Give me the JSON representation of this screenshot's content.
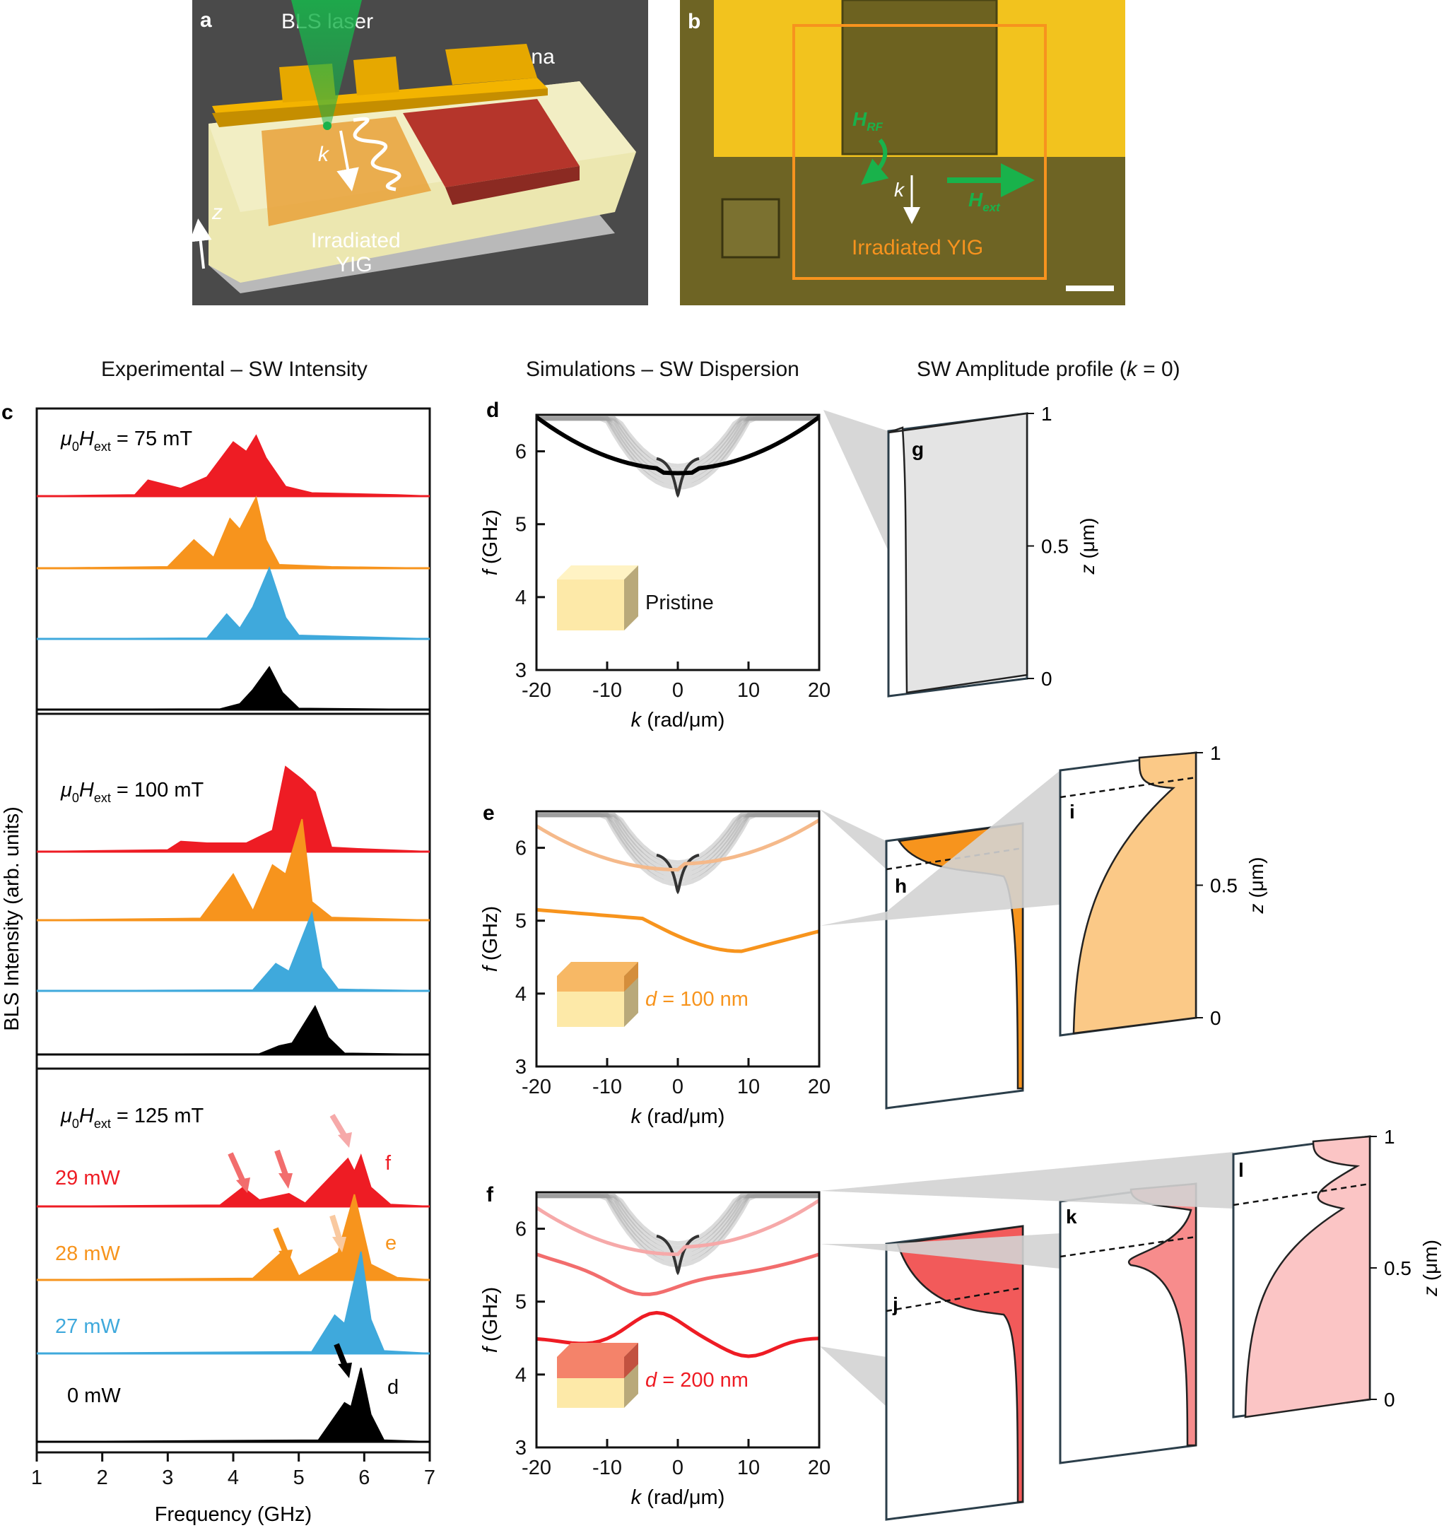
{
  "panel_a": {
    "letter": "a",
    "laser_label": "BLS laser",
    "antenna_label": "Antenna",
    "k_label": "k",
    "z_label": "z",
    "sample_label_1": "Irradiated",
    "sample_label_2": "YIG"
  },
  "panel_b": {
    "letter": "b",
    "hrf_label": "H",
    "hrf_sub": "RF",
    "k_label": "k",
    "hext_label": "H",
    "hext_sub": "ext",
    "region_label": "Irradiated YIG"
  },
  "headers": {
    "experimental": "Experimental – SW Intensity",
    "simulations": "Simulations – SW Dispersion",
    "profile_prefix": "SW Amplitude profile (",
    "profile_k": "k",
    "profile_suffix": " = 0)"
  },
  "panel_c": {
    "letter": "c",
    "ylabel": "BLS Intensity (arb. units)",
    "xlabel": "Frequency (GHz)",
    "xticks": [
      "1",
      "2",
      "3",
      "4",
      "5",
      "6",
      "7"
    ],
    "field_prefix": "μ",
    "field_sub0": "0",
    "field_H": "H",
    "field_sub_ext": "ext",
    "fields": [
      " = 75 mT",
      " = 100 mT",
      " = 125 mT"
    ],
    "powers": [
      "29 mW",
      "28 mW",
      "27 mW",
      "0 mW"
    ],
    "trace_tags": [
      "f",
      "e",
      "d"
    ],
    "colors": {
      "red": "#ee1c24",
      "orange": "#f7941d",
      "blue": "#3fa9dc",
      "black": "#000000",
      "pink_arrow": "#f6a9a9",
      "red_arrow": "#f26d6d",
      "peach_arrow": "#f9c9a0"
    }
  },
  "chart_data": [
    {
      "type": "area",
      "title": "μ0Hext = 75 mT",
      "xlabel": "Frequency (GHz)",
      "ylabel": "BLS Intensity (arb. units)",
      "xlim": [
        1,
        7
      ],
      "series": [
        {
          "name": "29 mW",
          "x": [
            1,
            2.5,
            2.7,
            3.2,
            3.6,
            4.0,
            4.2,
            4.35,
            4.5,
            4.8,
            5.2,
            6.5,
            7
          ],
          "values": [
            0,
            0.02,
            0.25,
            0.12,
            0.3,
            0.85,
            0.7,
            0.95,
            0.6,
            0.15,
            0.05,
            0.02,
            0
          ]
        },
        {
          "name": "28 mW",
          "x": [
            1,
            3.0,
            3.4,
            3.7,
            3.95,
            4.1,
            4.35,
            4.5,
            4.7,
            5.5,
            7
          ],
          "values": [
            0,
            0.02,
            0.4,
            0.15,
            0.7,
            0.55,
            1.0,
            0.4,
            0.05,
            0.02,
            0
          ]
        },
        {
          "name": "27 mW",
          "x": [
            1,
            3.6,
            3.9,
            4.1,
            4.3,
            4.55,
            4.8,
            5.0,
            7
          ],
          "values": [
            0,
            0.01,
            0.35,
            0.15,
            0.45,
            1.0,
            0.3,
            0.05,
            0
          ]
        },
        {
          "name": "0 mW",
          "x": [
            1,
            3.8,
            4.1,
            4.3,
            4.55,
            4.75,
            5.0,
            7
          ],
          "values": [
            0,
            0.01,
            0.1,
            0.35,
            0.75,
            0.3,
            0.02,
            0
          ]
        }
      ]
    },
    {
      "type": "area",
      "title": "μ0Hext = 100 mT",
      "xlabel": "Frequency (GHz)",
      "xlim": [
        1,
        7
      ],
      "series": [
        {
          "name": "29 mW",
          "x": [
            1,
            3.0,
            3.2,
            3.6,
            4.2,
            4.6,
            4.8,
            5.05,
            5.25,
            5.5,
            6.0,
            7
          ],
          "values": [
            0,
            0.02,
            0.12,
            0.1,
            0.1,
            0.25,
            1.0,
            0.85,
            0.7,
            0.05,
            0.03,
            0
          ]
        },
        {
          "name": "28 mW",
          "x": [
            1,
            3.5,
            4.0,
            4.3,
            4.6,
            4.8,
            5.05,
            5.2,
            5.5,
            7
          ],
          "values": [
            0,
            0.02,
            0.5,
            0.1,
            0.6,
            0.5,
            1.1,
            0.2,
            0.03,
            0
          ]
        },
        {
          "name": "27 mW",
          "x": [
            1,
            4.3,
            4.65,
            4.85,
            5.2,
            5.35,
            5.6,
            7
          ],
          "values": [
            0,
            0.01,
            0.35,
            0.25,
            1.0,
            0.3,
            0.02,
            0
          ]
        },
        {
          "name": "0 mW",
          "x": [
            1,
            4.4,
            4.7,
            4.9,
            5.25,
            5.45,
            5.7,
            7
          ],
          "values": [
            0,
            0.01,
            0.15,
            0.2,
            0.85,
            0.3,
            0.02,
            0
          ]
        }
      ]
    },
    {
      "type": "area",
      "title": "μ0Hext = 125 mT",
      "xlabel": "Frequency (GHz)",
      "xlim": [
        1,
        7
      ],
      "series": [
        {
          "name": "29 mW",
          "x": [
            1,
            3.8,
            4.15,
            4.4,
            4.85,
            5.1,
            5.75,
            5.85,
            5.95,
            6.1,
            6.4,
            7
          ],
          "values": [
            0,
            0.02,
            0.3,
            0.1,
            0.2,
            0.05,
            0.75,
            0.55,
            0.8,
            0.3,
            0.03,
            0
          ]
        },
        {
          "name": "28 mW",
          "x": [
            1,
            4.3,
            4.8,
            5.0,
            5.6,
            5.85,
            6.1,
            6.5,
            7
          ],
          "values": [
            0,
            0.02,
            0.4,
            0.05,
            0.35,
            1.1,
            0.2,
            0.03,
            0
          ]
        },
        {
          "name": "27 mW",
          "x": [
            1,
            5.2,
            5.55,
            5.7,
            5.95,
            6.1,
            6.3,
            7
          ],
          "values": [
            0,
            0.02,
            0.45,
            0.35,
            1.2,
            0.4,
            0.03,
            0
          ]
        },
        {
          "name": "0 mW",
          "x": [
            1,
            5.3,
            5.7,
            5.8,
            5.95,
            6.1,
            6.3,
            7
          ],
          "values": [
            0,
            0.02,
            0.5,
            0.45,
            0.95,
            0.35,
            0.02,
            0
          ]
        }
      ]
    }
  ],
  "panel_d": {
    "letter": "d",
    "ylabel_f": "f",
    "ylabel_unit": " (GHz)",
    "xlabel_k": "k",
    "xlabel_unit": " (rad/μm)",
    "yticks": [
      "3",
      "4",
      "5",
      "6"
    ],
    "xticks": [
      "-20",
      "-10",
      "0",
      "10",
      "20"
    ],
    "legend": "Pristine"
  },
  "panel_e": {
    "letter": "e",
    "legend_d": "d",
    "legend_text": " = 100 nm"
  },
  "panel_f": {
    "letter": "f",
    "legend_d": "d",
    "legend_text": " = 200 nm"
  },
  "profiles": {
    "g": "g",
    "h": "h",
    "i": "i",
    "j": "j",
    "k": "k",
    "l": "l",
    "z_label": "z",
    "z_unit": " (μm)",
    "ticks": [
      "1",
      "0.5",
      "0"
    ]
  }
}
